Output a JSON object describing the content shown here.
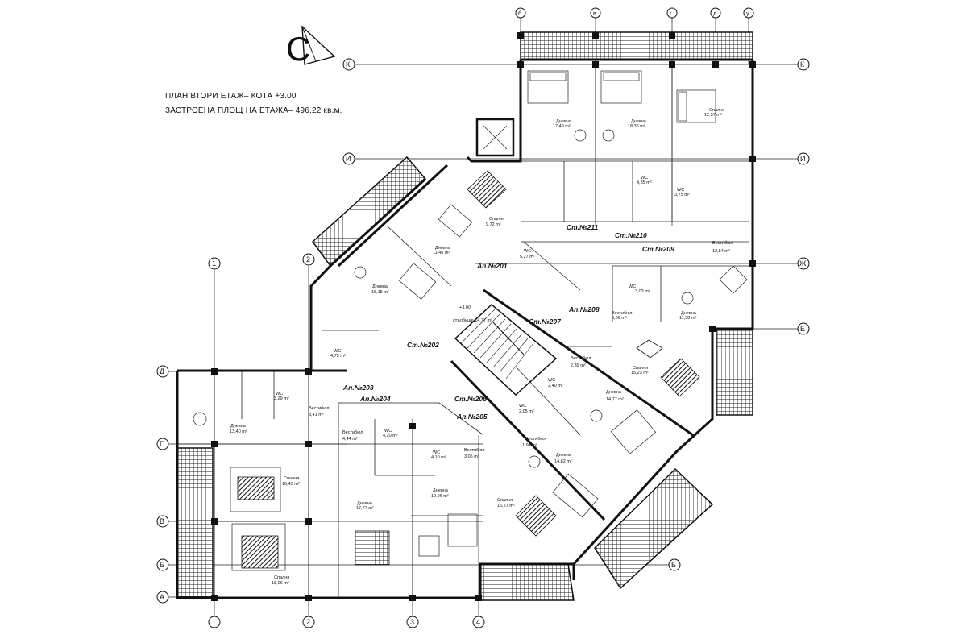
{
  "title": {
    "line1": "ПЛАН ВТОРИ ЕТАЖ–  КОТА +3.00",
    "line2": "ЗАСТРОЕНА ПЛОЩ НА ЕТАЖА–  496.22  кв.м."
  },
  "north": {
    "letter": "С"
  },
  "axes": {
    "letters": [
      "К",
      "И",
      "Ж",
      "Е",
      "Д",
      "Г",
      "В",
      "Б",
      "А"
    ],
    "numbers": [
      "1",
      "2",
      "3",
      "4"
    ],
    "top": [
      "б",
      "в",
      "г",
      "д",
      "у"
    ]
  },
  "apartments": {
    "ap201": "Ап.№201",
    "ap203": "Ап.№203",
    "ap204": "Ап.№204",
    "ap205": "Ап.№205",
    "ap208": "Ап.№208",
    "st202": "Ст.№202",
    "st206": "Ст.№206",
    "st207": "Ст.№207",
    "st209": "Ст.№209",
    "st210": "Ст.№210",
    "st211": "Ст.№211"
  },
  "rooms": {
    "r1": {
      "name": "Дневна",
      "area": "17,49 m²"
    },
    "r2": {
      "name": "Дневна",
      "area": "18,35 m²"
    },
    "r3": {
      "name": "Спалня",
      "area": "12,57 m²"
    },
    "r4": {
      "name": "WC",
      "area": "4,35 m²"
    },
    "r5": {
      "name": "WC",
      "area": "3,75 m²"
    },
    "r6": {
      "name": "Спалня",
      "area": "9,72 m²"
    },
    "r7": {
      "name": "Дневна",
      "area": "11,45 m²"
    },
    "r8": {
      "name": "WC",
      "area": "5,27 m²"
    },
    "r9": {
      "name": "Вестибюл",
      "area": "12,84 m²"
    },
    "r10": {
      "name": "Дневна",
      "area": "15,15 m²"
    },
    "r11": {
      "name": "WC",
      "area": "3,03 m²"
    },
    "r12": {
      "name": "Дневна",
      "area": "11,58 m²"
    },
    "r13": {
      "name": "Вестибюл",
      "area": "5,06 m²"
    },
    "r14": {
      "name": "WC",
      "area": "4,75 m²"
    },
    "r15": {
      "name": "+3,00",
      "area": "стълбище 14,77 m²"
    },
    "r16": {
      "name": "Вестибюл",
      "area": "2,39 m²"
    },
    "r17": {
      "name": "Спалня",
      "area": "15,23 m²"
    },
    "r18": {
      "name": "Дневна",
      "area": "14,77 m²"
    },
    "r19": {
      "name": "WC",
      "area": "3,29 m²"
    },
    "r20": {
      "name": "Вестибюл",
      "area": "3,41 m²"
    },
    "r21": {
      "name": "Дневна",
      "area": "13,40 m²"
    },
    "r22": {
      "name": "WC",
      "area": "4,20 m²"
    },
    "r23": {
      "name": "Вестибюл",
      "area": "4,44 m²"
    },
    "r24": {
      "name": "WC",
      "area": "4,10 m²"
    },
    "r25": {
      "name": "Вестибюл",
      "area": "3,06 m²"
    },
    "r26": {
      "name": "Вестибюл",
      "area": "1,94 m²"
    },
    "r27": {
      "name": "Дневна",
      "area": "14,82 m²"
    },
    "r28": {
      "name": "Спалня",
      "area": "16,43 m²"
    },
    "r29": {
      "name": "Дневна",
      "area": "17,77 m²"
    },
    "r30": {
      "name": "Дневна",
      "area": "12,06 m²"
    },
    "r31": {
      "name": "Спалня",
      "area": "15,57 m²"
    },
    "r32": {
      "name": "Спалня",
      "area": "18,06 m²"
    },
    "r33": {
      "name": "WC",
      "area": "2,40 m²"
    },
    "r34": {
      "name": "WC",
      "area": "2,05 m²"
    }
  }
}
